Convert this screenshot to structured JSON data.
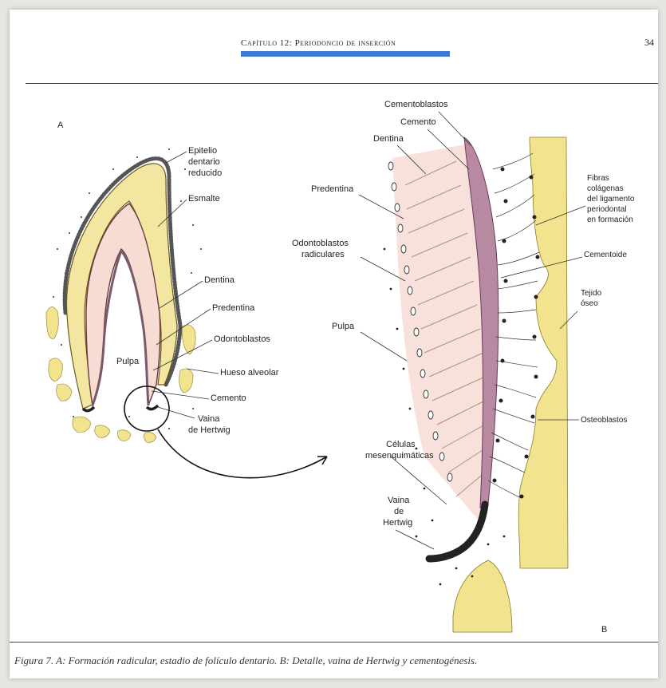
{
  "header": {
    "title": "Capítulo 12: Periodoncio de inserción",
    "page_number": "34"
  },
  "figure_a": {
    "panel_label": "A",
    "labels": {
      "epitelio": [
        "Epitelio",
        "dentario",
        "reducido"
      ],
      "esmalte": "Esmalte",
      "dentina": "Dentina",
      "predentina": "Predentina",
      "odontoblastos": "Odontoblastos",
      "pulpa": "Pulpa",
      "hueso": "Hueso alveolar",
      "cemento": "Cemento",
      "vaina": [
        "Vaina",
        "de Hertwig"
      ]
    }
  },
  "figure_b": {
    "panel_label": "B",
    "labels": {
      "cementoblastos": "Cementoblastos",
      "cemento": "Cemento",
      "dentina": "Dentina",
      "predentina": "Predentina",
      "odontoblastos": [
        "Odontoblastos",
        "radiculares"
      ],
      "pulpa": "Pulpa",
      "celulas": [
        "Células",
        "mesenquimáticas"
      ],
      "vaina": [
        "Vaina",
        "de",
        "Hertwig"
      ],
      "fibras": [
        "Fibras",
        "colágenas",
        "del ligamento",
        "periodontal",
        "en formación"
      ],
      "cementoide": "Cementoide",
      "tejido": [
        "Tejido",
        "óseo"
      ],
      "osteoblastos": "Osteoblastos"
    }
  },
  "caption": "Figura 7. A: Formación radicular, estadio de folículo dentario. B: Detalle, vaina de Hertwig y cementogénesis.",
  "colors": {
    "enamel": "#f3e6a0",
    "dentin": "#f7dcd3",
    "cementum": "#b78aa2",
    "bone": "#f2e48f",
    "accent_bar": "#3a7bd5"
  }
}
